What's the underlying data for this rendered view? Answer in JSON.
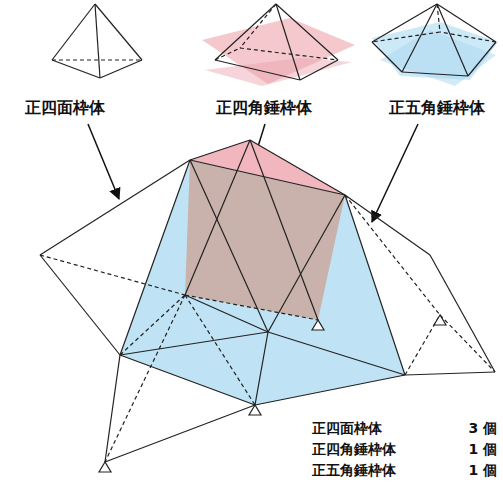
{
  "diagram": {
    "labels": [
      "正四面枠体",
      "正四角錘枠体",
      "正五角錘枠体",
      "正四面枠体",
      "3 個",
      "正四角錘枠体",
      "1 個",
      "正五角錘枠体",
      "1 個"
    ]
  }
}
